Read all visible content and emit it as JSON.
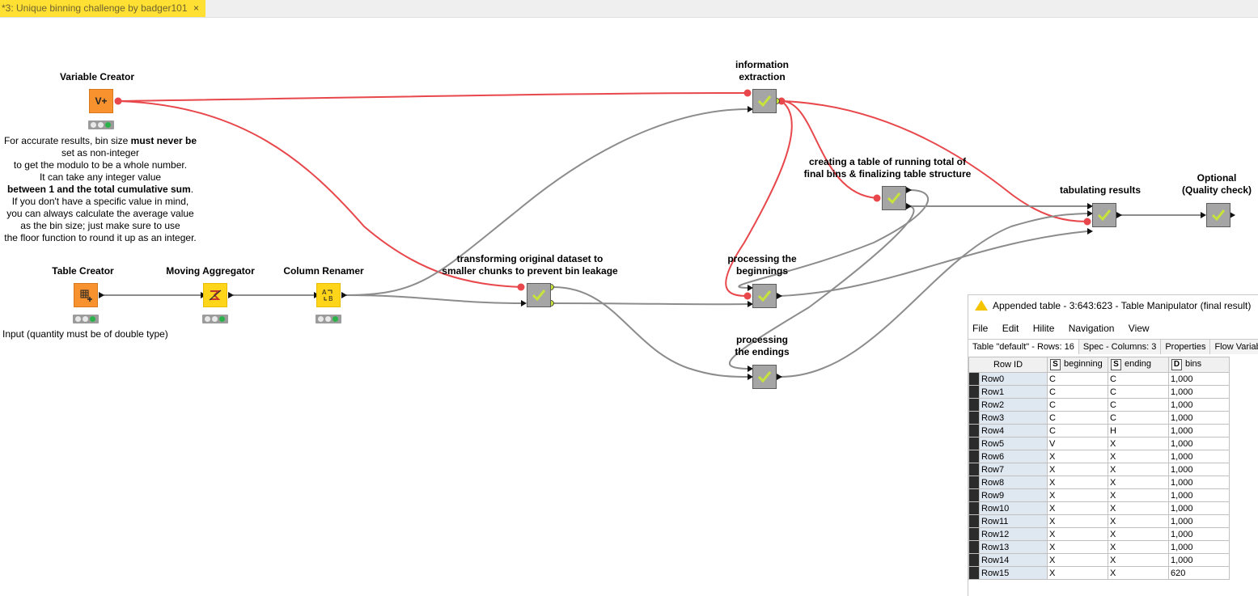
{
  "tab": {
    "title": "*3: Unique binning challenge by badger101",
    "close": "×"
  },
  "nodes": {
    "variable_creator": {
      "label": "Variable Creator",
      "icon": "V+"
    },
    "table_creator": {
      "label": "Table Creator",
      "icon": "grid-plus-icon"
    },
    "moving_aggregator": {
      "label": "Moving Aggregator",
      "icon": "sigma-arrow-icon"
    },
    "column_renamer": {
      "label": "Column Renamer",
      "icon": "A→B rename-icon"
    },
    "transforming": {
      "label_line1": "transforming original dataset to",
      "label_line2": "smaller chunks to prevent bin leakage"
    },
    "information_extraction": {
      "label_line1": "information",
      "label_line2": "extraction"
    },
    "running_total": {
      "label_line1": "creating a table of running total of",
      "label_line2": "final bins & finalizing table structure"
    },
    "processing_beginnings": {
      "label_line1": "processing the",
      "label_line2": "beginnings"
    },
    "processing_endings": {
      "label_line1": "processing",
      "label_line2": "the endings"
    },
    "tabulating_results": {
      "label": "tabulating results"
    },
    "optional": {
      "label_line1": "Optional",
      "label_line2": "(Quality check)"
    }
  },
  "annotation": {
    "l1a": "For accurate results, bin size ",
    "l1b": "must never be",
    "l2": "set as non-integer",
    "l3": "to get the modulo to be a whole number.",
    "l4": "It can take any integer value",
    "l5a": "between 1 and the total cumulative sum",
    "l5b": ".",
    "l6": "If you don't have a specific value in mind,",
    "l7": "you can always calculate the average value",
    "l8": "as the bin size; just make sure to use",
    "l9": "the floor function to round it up as an integer."
  },
  "input_note": "Input (quantity must be of double type)",
  "panel": {
    "title": "Appended table - 3:643:623 - Table Manipulator (final result)",
    "menu": [
      "File",
      "Edit",
      "Hilite",
      "Navigation",
      "View"
    ],
    "tabs": [
      "Table \"default\" - Rows: 16",
      "Spec - Columns: 3",
      "Properties",
      "Flow Variables"
    ],
    "columns": [
      {
        "label": "Row ID",
        "type": ""
      },
      {
        "label": "beginning",
        "type": "S"
      },
      {
        "label": "ending",
        "type": "S"
      },
      {
        "label": "bins",
        "type": "D"
      }
    ],
    "rows": [
      [
        "Row0",
        "C",
        "C",
        "1,000"
      ],
      [
        "Row1",
        "C",
        "C",
        "1,000"
      ],
      [
        "Row2",
        "C",
        "C",
        "1,000"
      ],
      [
        "Row3",
        "C",
        "C",
        "1,000"
      ],
      [
        "Row4",
        "C",
        "H",
        "1,000"
      ],
      [
        "Row5",
        "V",
        "X",
        "1,000"
      ],
      [
        "Row6",
        "X",
        "X",
        "1,000"
      ],
      [
        "Row7",
        "X",
        "X",
        "1,000"
      ],
      [
        "Row8",
        "X",
        "X",
        "1,000"
      ],
      [
        "Row9",
        "X",
        "X",
        "1,000"
      ],
      [
        "Row10",
        "X",
        "X",
        "1,000"
      ],
      [
        "Row11",
        "X",
        "X",
        "1,000"
      ],
      [
        "Row12",
        "X",
        "X",
        "1,000"
      ],
      [
        "Row13",
        "X",
        "X",
        "1,000"
      ],
      [
        "Row14",
        "X",
        "X",
        "1,000"
      ],
      [
        "Row15",
        "X",
        "X",
        "620"
      ]
    ]
  },
  "colors": {
    "flow_var": "#e8474b",
    "data_port": "#8c8c8c",
    "tab_bg": "#ffe033",
    "executed": "#b5d33a"
  }
}
